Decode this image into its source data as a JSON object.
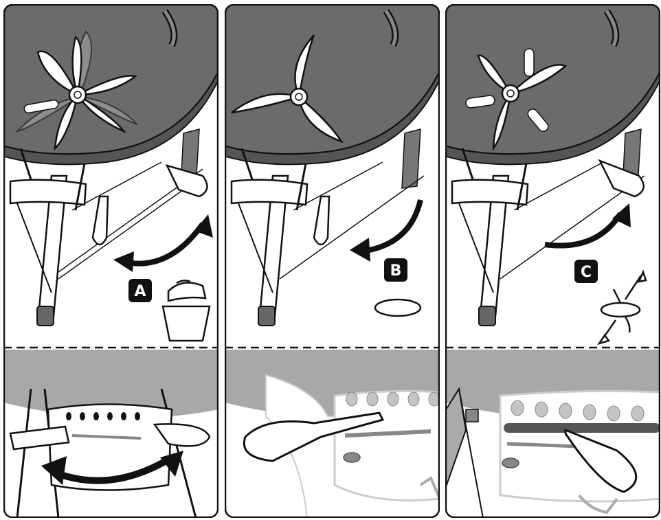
{
  "panels": [
    {
      "id": "A",
      "badge": "A",
      "icon": "lid-bin-icon"
    },
    {
      "id": "B",
      "badge": "B",
      "icon": "closed-oval-icon"
    },
    {
      "id": "C",
      "badge": "C",
      "icon": "airflow-arrows-icon"
    }
  ],
  "colors": {
    "kettle": "#6b6b6b",
    "kettle_light": "#9a9a9a",
    "bottom_bowl": "#a8a8a8",
    "ink": "#111111",
    "badge_bg": "#111111",
    "badge_fg": "#ffffff",
    "blade": "#ffffff"
  }
}
